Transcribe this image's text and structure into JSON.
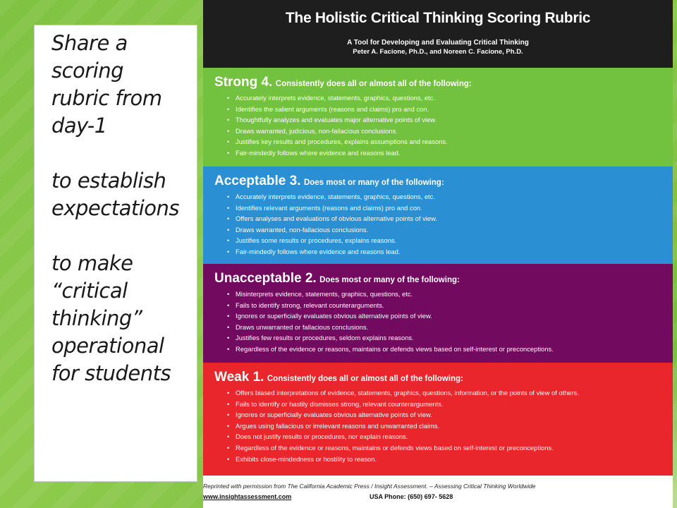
{
  "left_panel": {
    "lines": [
      "Share a",
      "scoring",
      "rubric from",
      "day-1",
      "",
      "to establish",
      "expectations",
      "",
      "to make",
      "“critical",
      "thinking”",
      "operational",
      "for students"
    ]
  },
  "rubric": {
    "title": "The Holistic Critical Thinking Scoring Rubric",
    "subtitle": "A Tool for Developing and Evaluating Critical Thinking",
    "authors": "Peter A. Facione, Ph.D., and Noreen C. Facione, Ph.D.",
    "sections": [
      {
        "label": "Strong 4.",
        "description": "Consistently does all or almost all of the following:",
        "color": "#72c13f",
        "items": [
          "Accurately interprets evidence, statements, graphics, questions, etc.",
          "Identifies the salient arguments (reasons and claims) pro and con.",
          "Thoughtfully analyzes and evaluates major alternative points of view.",
          "Draws warranted, judicious, non-fallacious conclusions.",
          "Justifies key results and procedures, explains assumptions and reasons.",
          "Fair-mindedly follows where evidence and reasons lead."
        ]
      },
      {
        "label": "Acceptable 3.",
        "description": "Does most or many of the following:",
        "color": "#2a8fd3",
        "items": [
          "Accurately interprets evidence, statements, graphics, questions, etc.",
          "Identifies relevant arguments (reasons and claims) pro and con.",
          "Offers analyses and evaluations of obvious alternative points of view.",
          "Draws warranted, non-fallacious conclusions.",
          "Justifies some results or procedures, explains reasons.",
          "Fair-mindedly follows where evidence and reasons lead."
        ]
      },
      {
        "label": "Unacceptable 2.",
        "description": "Does most or many of the following:",
        "color": "#720a5f",
        "items": [
          "Misinterprets evidence, statements, graphics, questions, etc.",
          "Fails to identify strong, relevant counterarguments.",
          "Ignores or superficially evaluates obvious alternative points of view.",
          "Draws unwarranted or fallacious conclusions.",
          "Justifies few results or procedures, seldom explains reasons.",
          "Regardless of the evidence or reasons, maintains or defends views based on self-interest or preconceptions."
        ]
      },
      {
        "label": "Weak 1.",
        "description": "Consistently does all or almost all of the following:",
        "color": "#e8262b",
        "items": [
          "Offers biased interpretations of evidence, statements, graphics, questions, information, or the points of view of others.",
          "Fails to identify or hastily dismisses strong, relevant counterarguments.",
          "Ignores or superficially evaluates obvious alternative points of view.",
          "Argues using fallacious or irrelevant reasons and unwarranted claims.",
          "Does not justify results or procedures, nor explain reasons.",
          "Regardless of the evidence or reasons, maintains or defends views based on self-interest or preconceptions.",
          "Exhibits close-mindedness or hostility to reason."
        ]
      }
    ],
    "footer": {
      "credit": "Reprinted with permission from The California Academic Press / Insight Assessment. – Assessing Critical Thinking Worldwide",
      "website": "www.insightassessment.com",
      "phone": "USA Phone: (650) 697- 5628"
    }
  }
}
